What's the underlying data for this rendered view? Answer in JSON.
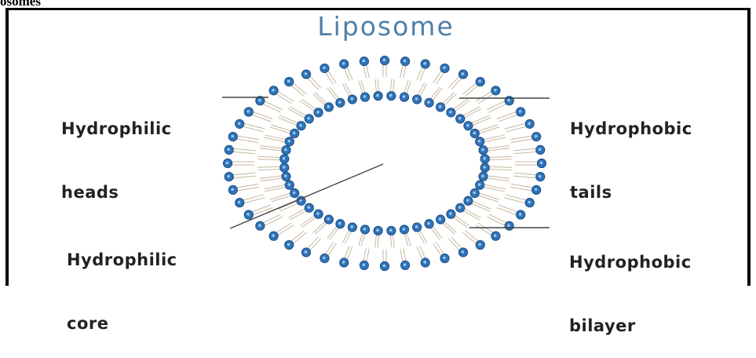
{
  "page": {
    "cropped_heading": "osomes"
  },
  "diagram": {
    "title": "Liposome",
    "labels": {
      "hydrophilic_heads": {
        "line1": "Hydrophilic",
        "line2": "heads"
      },
      "hydrophobic_tails": {
        "line1": "Hydrophobic",
        "line2": "tails"
      },
      "hydrophilic_core": {
        "line1": "Hydrophilic",
        "line2": "core"
      },
      "hydrophobic_bilayer": {
        "line1": "Hydrophobic",
        "line2": "bilayer"
      }
    },
    "colors": {
      "head_fill": "#2f73b8",
      "head_dark": "#1c4f86",
      "head_highlight": "#9cc6ec",
      "tail": "#c7b6a0",
      "title": "#4f80a9",
      "leader_line": "#444444"
    }
  }
}
